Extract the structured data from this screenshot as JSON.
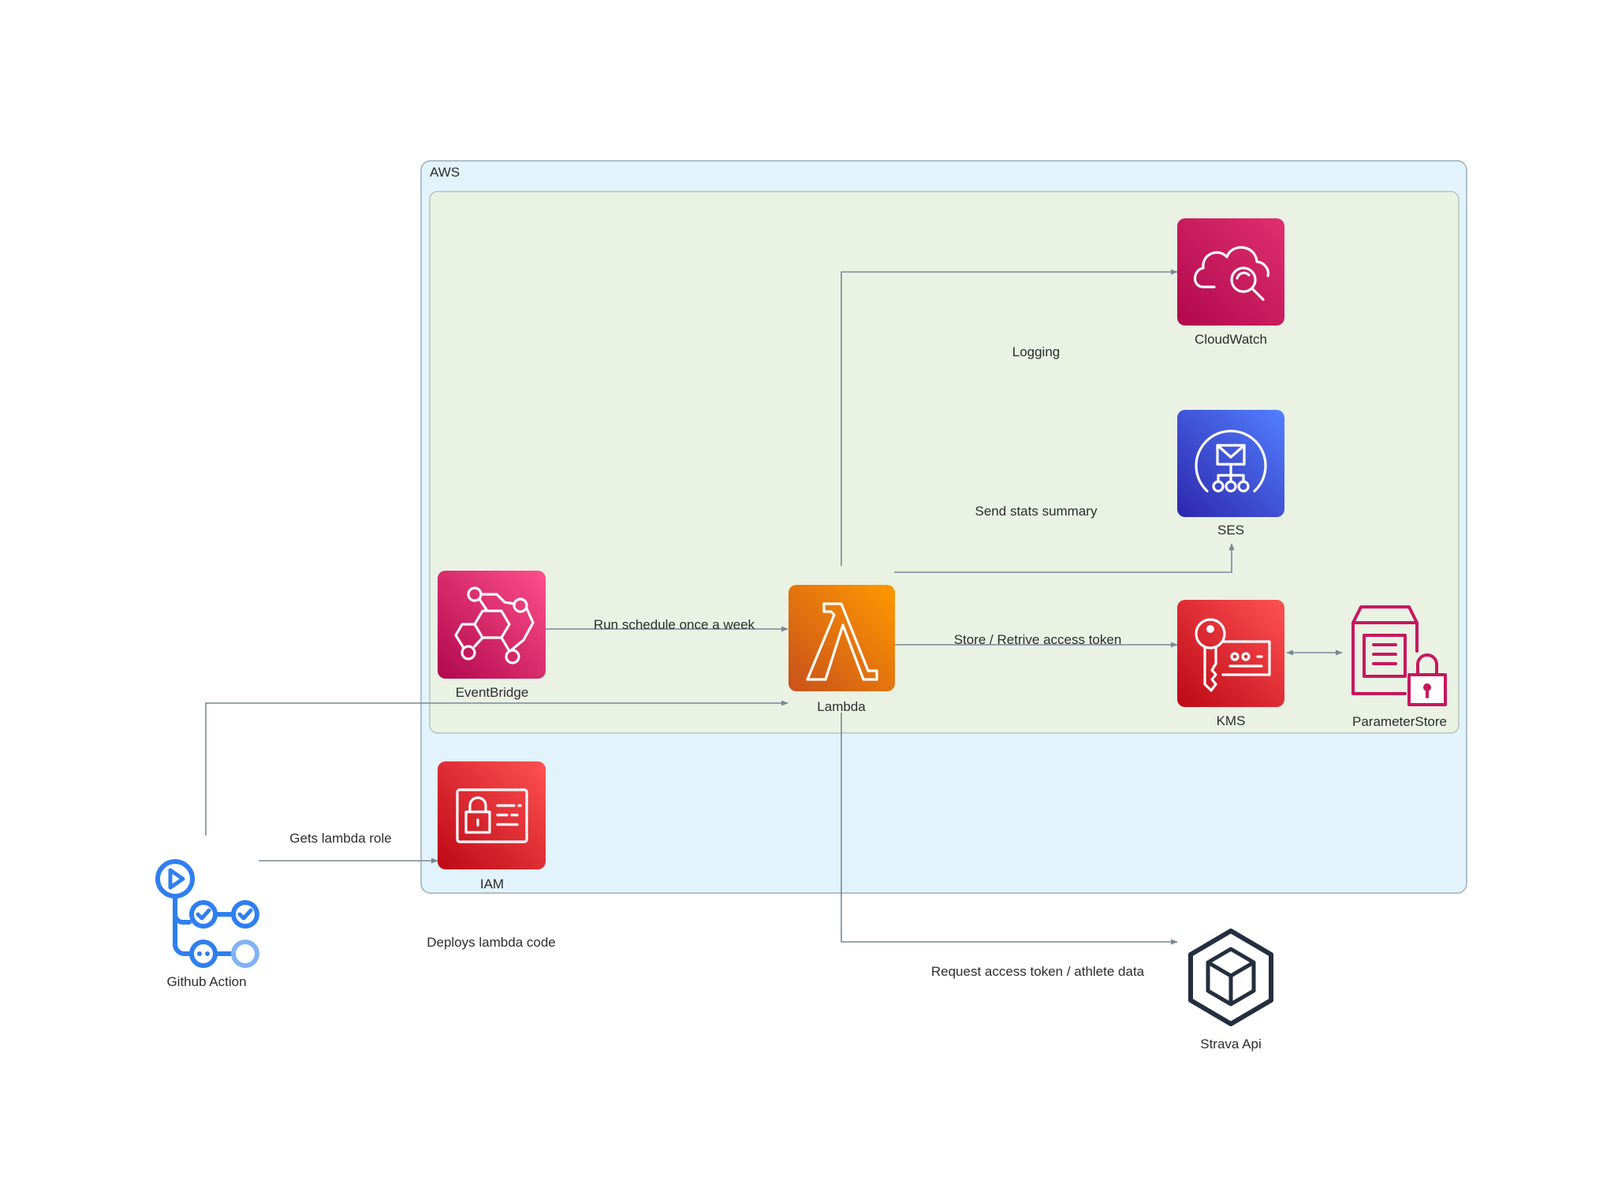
{
  "groups": {
    "aws": {
      "label": "AWS",
      "fill": "#e3f3fb",
      "stroke": "#9aaebe"
    },
    "inner": {
      "label": "",
      "fill": "#eaf2e4",
      "stroke": "#b8c4ba"
    }
  },
  "nodes": {
    "cloudwatch": {
      "label": "CloudWatch",
      "icon": "cloudwatch-icon",
      "color": "#d11f6b"
    },
    "ses": {
      "label": "SES",
      "icon": "ses-icon",
      "color": "#3b4bd6"
    },
    "eventbridge": {
      "label": "EventBridge",
      "icon": "eventbridge-icon",
      "color": "#d6246e"
    },
    "lambda": {
      "label": "Lambda",
      "icon": "lambda-icon",
      "color": "#ea7c0f"
    },
    "kms": {
      "label": "KMS",
      "icon": "kms-icon",
      "color": "#d9242f"
    },
    "parameterstore": {
      "label": "ParameterStore",
      "icon": "parameter-store-icon",
      "color": "#c7185e"
    },
    "iam": {
      "label": "IAM",
      "icon": "iam-icon",
      "color": "#d9242f"
    },
    "github": {
      "label": "Github Action",
      "icon": "github-actions-icon",
      "color": "#2f7ff0"
    },
    "strava": {
      "label": "Strava Api",
      "icon": "cube-icon",
      "color": "#232f3e"
    }
  },
  "edges": {
    "logging": "Logging",
    "send_stats": "Send stats summary",
    "run_schedule": "Run schedule once a week",
    "store_token": "Store / Retrive access token",
    "gets_role": "Gets lambda role",
    "deploys": "Deploys lambda code",
    "request_token": "Request access token / athlete data"
  }
}
